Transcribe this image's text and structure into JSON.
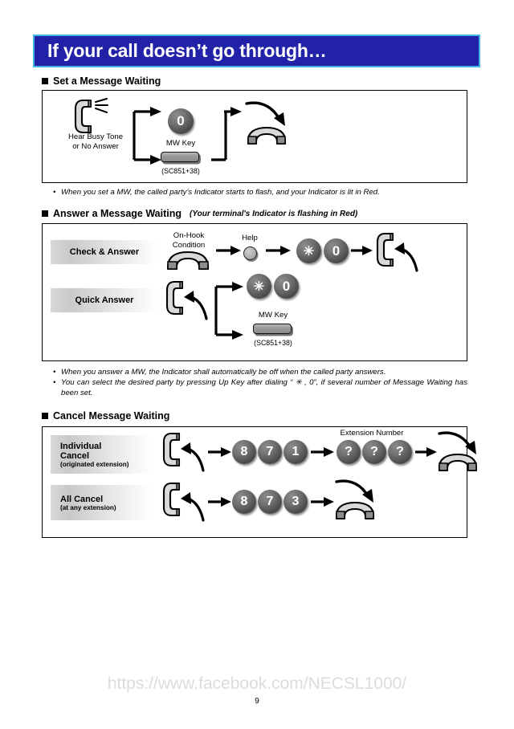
{
  "header": {
    "title": "If your call doesn’t go through…"
  },
  "sections": [
    {
      "id": "set-mw",
      "heading": "Set a Message Waiting",
      "note": "",
      "steps": {
        "hear_line1": "Hear Busy Tone",
        "hear_line2": "or No Answer",
        "mw_key_label": "MW Key",
        "mw_key_code": "(SC851+38)",
        "digit_0": "0"
      },
      "bullets": [
        "When you set a MW, the called party’s Indicator starts to flash, and your Indicator is lit in Red."
      ]
    },
    {
      "id": "answer-mw",
      "heading": "Answer a Message Waiting",
      "note": "(Your terminal's Indicator is flashing in Red)",
      "rows": [
        {
          "label": "Check & Answer",
          "onhook_line1": "On-Hook",
          "onhook_line2": "Condition",
          "help_label": "Help",
          "star": "✳",
          "digit_0": "0"
        },
        {
          "label": "Quick Answer",
          "star": "✳",
          "digit_0": "0",
          "mw_key_label": "MW Key",
          "mw_key_code": "(SC851+38)"
        }
      ],
      "bullets": [
        "When you answer a MW, the Indicator shall automatically be off when the called party answers.",
        "You can select the desired party by pressing Up Key after dialing “ ✳ , 0”, if several number of Message Waiting has been set."
      ]
    },
    {
      "id": "cancel-mw",
      "heading": "Cancel Message Waiting",
      "note": "",
      "rows": [
        {
          "label_line1": "Individual",
          "label_line2": "Cancel",
          "label_line3": "(originated extension)",
          "digits": [
            "8",
            "7",
            "1"
          ],
          "ext_label": "Extension Number",
          "ext_digits": [
            "?",
            "?",
            "?"
          ]
        },
        {
          "label_line1": "All Cancel",
          "label_line3": "(at any extension)",
          "digits": [
            "8",
            "7",
            "3"
          ]
        }
      ],
      "bullets": []
    }
  ],
  "footer": {
    "watermark": "https://www.facebook.com/NECSL1000/",
    "page_number": "9"
  },
  "colors": {
    "banner_fill": "#2222a8",
    "banner_border": "#41b6e6",
    "key_dark": "#4a4a4a",
    "plate_gray": "#d8d8d8"
  }
}
